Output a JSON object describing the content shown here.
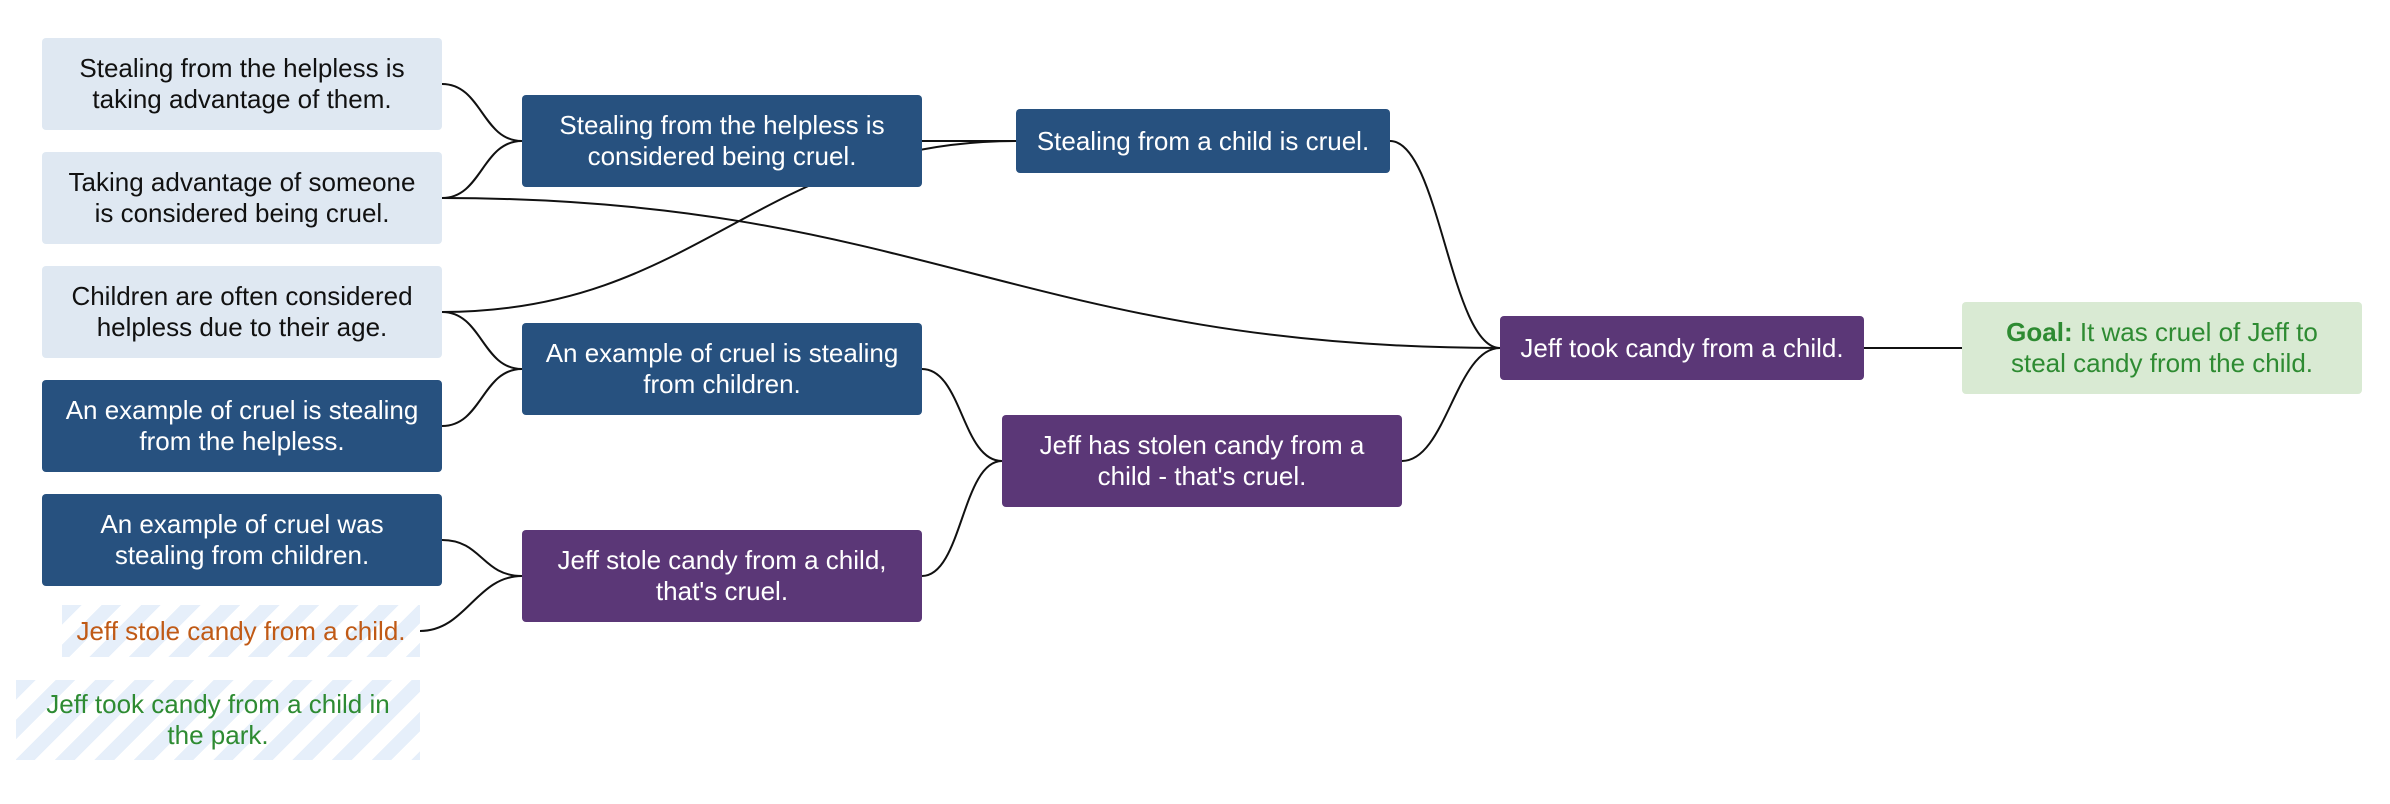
{
  "colors": {
    "premise_fill": "#dfe8f2",
    "intermediate_blue": "#27517f",
    "intermediate_purple": "#5b3777",
    "goal_fill": "#d9ead3",
    "goal_text": "#2e8b32",
    "leaf_orange": "#c05a16",
    "leaf_green": "#2e8b32"
  },
  "nodes": {
    "p_helpless_advantage": "Stealing from the helpless is taking advantage of them.",
    "p_advantage_cruel": "Taking advantage of someone is considered being cruel.",
    "p_children_helpless": "Children are often considered helpless due to their age.",
    "p_example_helpless": "An example of cruel is stealing from the helpless.",
    "p_example_children": "An example of cruel was stealing from children.",
    "leaf_stole": "Jeff stole candy from a child.",
    "leaf_park": "Jeff took candy from a child in the park.",
    "m_helpless_cruel": "Stealing from the helpless is considered being cruel.",
    "m_example_children": "An example of cruel is stealing from children.",
    "m_jeff_stole_cruel": "Jeff stole candy from a child, that's cruel.",
    "m_child_cruel": "Stealing from a child is cruel.",
    "m_jeff_has_stolen": "Jeff has stolen candy from a child - that's cruel.",
    "m_jeff_took": "Jeff took candy from a child.",
    "goal_label": "Goal:",
    "goal_text": "It was cruel of Jeff to steal candy from the child."
  },
  "edges": [
    [
      "p_helpless_advantage",
      "m_helpless_cruel"
    ],
    [
      "p_advantage_cruel",
      "m_helpless_cruel"
    ],
    [
      "p_advantage_cruel",
      "m_jeff_took"
    ],
    [
      "p_children_helpless",
      "m_child_cruel"
    ],
    [
      "p_children_helpless",
      "m_example_children"
    ],
    [
      "p_example_helpless",
      "m_example_children"
    ],
    [
      "p_example_children",
      "m_jeff_stole_cruel"
    ],
    [
      "leaf_stole",
      "m_jeff_stole_cruel"
    ],
    [
      "m_helpless_cruel",
      "m_child_cruel"
    ],
    [
      "m_example_children",
      "m_jeff_has_stolen"
    ],
    [
      "m_jeff_stole_cruel",
      "m_jeff_has_stolen"
    ],
    [
      "m_child_cruel",
      "m_jeff_took"
    ],
    [
      "m_jeff_has_stolen",
      "m_jeff_took"
    ],
    [
      "m_jeff_took",
      "goal"
    ]
  ]
}
